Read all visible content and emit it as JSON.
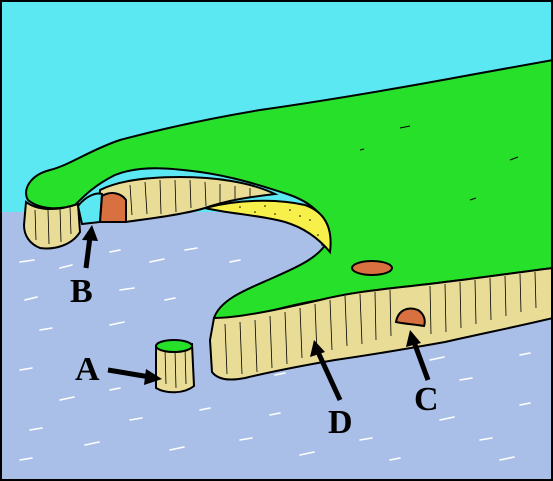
{
  "labels": {
    "a": "A",
    "b": "B",
    "c": "C",
    "d": "D"
  },
  "colors": {
    "sky": "#5ce8f2",
    "sea": "#a9bfe8",
    "land": "#26e02a",
    "cliff": "#e8dc96",
    "beach": "#f7f04a",
    "cave": "#d8703f",
    "outline": "#000000"
  }
}
